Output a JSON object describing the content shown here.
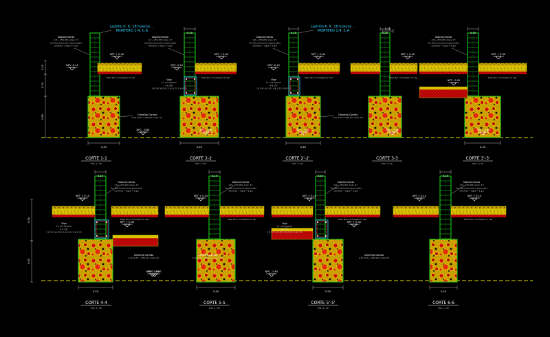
{
  "colors": {
    "background": "#000000",
    "footing_fill": "#c8a400",
    "rubble_red": "#d01010",
    "wall_green": "#19e019",
    "grade_line": "#e0e000",
    "floor_red": "#c00000",
    "dim_line": "#bbbbbb",
    "callout_cyan": "#35d0ff"
  },
  "icons": [
    "level-marker-icon",
    "rubble-hatch-pattern",
    "tie-beam-section-icon"
  ],
  "top_row": [
    {
      "title": "CORTE  1-1",
      "scale": "ESC. 1 / 50",
      "width_dim": "0.45",
      "wall_dim": "",
      "npt": "NPT + 0.40",
      "npv": "NPV -0.10",
      "npc": "NPC - 0.80",
      "callout": "Ladrillo K. K. 18 huecos ...\nMORTERO 1:4, C:A",
      "has_sobrecimiento": true,
      "has_cimiento_label": true,
      "has_viga": false
    },
    {
      "title": "CORTE  2-2",
      "scale": "ESC. 1 / 50",
      "width_dim": "0.40",
      "wall_dim": "0.15",
      "npt": "NPT + 0.40",
      "npv": "NPV -0.10",
      "npc": "NPC - 0.80",
      "callout": "",
      "has_sobrecimiento": true,
      "has_cimiento_label": false,
      "has_viga": true
    },
    {
      "title": "CORTE  2'-2'",
      "scale": "ESC. 1 / 50",
      "width_dim": "0.40",
      "wall_dim": "0.15",
      "npt": "NPT + 0.40",
      "npv": "NPV -0.10",
      "npc": "NPC - 0.80",
      "callout": "Ladrillo K. K. 18 huecos ...\nMORTERO 1:4, C:A",
      "has_sobrecimiento": true,
      "has_cimiento_label": true,
      "has_viga": true
    },
    {
      "title": "CORTE  3-3",
      "scale": "ESC. 1 / 50",
      "width_dim": "",
      "wall_dim": "0.25",
      "npt": "NPT + 0.40",
      "npv": "",
      "npc": "NPC - 0.80",
      "callout": "",
      "has_sobrecimiento": false,
      "has_cimiento_label": false,
      "has_viga": false
    },
    {
      "title": "CORTE  3'-3'",
      "scale": "ESC. 1 / 50",
      "width_dim": "0.50",
      "wall_dim": "0.15",
      "npt": "NPT + 0.40",
      "npv": "NPT - 0.05",
      "npc": "NPC - 0.80",
      "callout": "",
      "has_sobrecimiento": true,
      "has_cimiento_label": false,
      "has_viga": false
    }
  ],
  "bottom_row": [
    {
      "title": "CORTE  4-4",
      "scale": "ESC. 1 / 50",
      "width_dim": "0.50",
      "wall_dim": "0.15",
      "npt": "NPT + 0.10",
      "npt2": "NPT + 0.30",
      "npc": "NPC - 0.80"
    },
    {
      "title": "CORTE  5-5",
      "scale": "ESC. 1 / 50",
      "width_dim": "0.40",
      "wall_dim": "0.15",
      "npt": "NPT + 0.10",
      "npc": "NPC - 0.80"
    },
    {
      "title": "CORTE  5'-5'",
      "scale": "ESC. 1 / 50",
      "width_dim": "0.50",
      "wall_dim": "0.15",
      "npt": "NPT + 0.10",
      "npt2": "NPT + 0.30",
      "npc": "NPC - 0.80"
    },
    {
      "title": "CORTE  6-6",
      "scale": "ESC. 1 / 50",
      "width_dim": "0.40",
      "wall_dim": "0.15",
      "npt": "NPT + 0.10",
      "npt2": "NPT + 0.10",
      "npc": ""
    }
  ],
  "labels": {
    "sobrecimiento": "Sobrecimiento",
    "sobrecimiento_spec": "1:8 + 25% P.M. (máx. 4\")",
    "sobrecimiento_spec2": "Uso Recubrimiento Impermeable",
    "sobrecimiento_spec3": "Cemento + Agua = 5 gal",
    "cimiento_corrido": "Cimiento Corrido",
    "cimiento_spec": "1:10 (C:H) + 30% P.G. (máx. 6\")",
    "viga": "Viga",
    "viga_spec1": "Fc' 175 Kg/cm2",
    "viga_spec2": "4 Ø 3/8\"",
    "viga_spec3": "1 Ø 1/4\" @ 0.05, 3 @ 0.15, R @ 0.25",
    "falso_piso": "Falso Piso / Contrapiso 4\" esp.",
    "piso_label": "Piso Terminado"
  },
  "left_dims": {
    "top": [
      "0.20",
      "0.20",
      "0.80"
    ],
    "bottom": [
      "0.50",
      "0.20",
      "0.80"
    ]
  }
}
